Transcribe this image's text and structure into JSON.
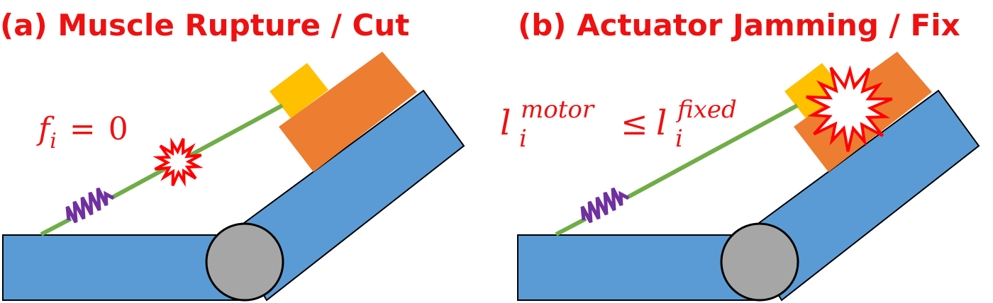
{
  "colors": {
    "title": "#ee1111",
    "link": "#5b9bd5",
    "joint": "#a6a6a6",
    "actuator": "#ed7d31",
    "motor": "#ffc000",
    "tendon": "#70ad47",
    "spring": "#7030a0",
    "burst_stroke": "#ff0000",
    "burst_fill": "#ffffff"
  },
  "panels": [
    {
      "title": "(a) Muscle Rupture / Cut",
      "equation": {
        "f": "f",
        "sub": "i",
        "op": "=",
        "rhs": "0"
      }
    },
    {
      "title": "(b) Actuator Jamming / Fix",
      "equation": {
        "l1": "l",
        "sup1": "motor",
        "sub1": "i",
        "op": "≤",
        "l2": "l",
        "sup2": "fixed",
        "sub2": "i"
      }
    }
  ]
}
